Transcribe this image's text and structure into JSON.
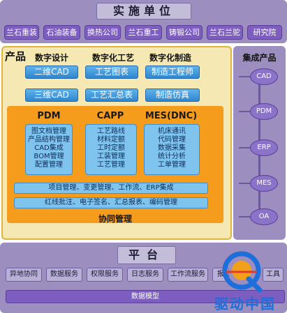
{
  "units": {
    "title": "实施单位",
    "items": [
      "兰石重装",
      "石油装备",
      "换热公司",
      "兰石重工",
      "铸锻公司",
      "兰石兰驼",
      "研究院"
    ]
  },
  "product": {
    "label": "产品",
    "columns": [
      "数字设计",
      "数字化工艺",
      "数字化制造"
    ],
    "row1": [
      "二维CAD",
      "工艺图表",
      "制造工程师"
    ],
    "row2": [
      "三维CAD",
      "工艺汇总表",
      "制造仿真"
    ],
    "systems": [
      {
        "title": "PDM",
        "lines": [
          "图文档管理",
          "产品结构管理",
          "CAD集成",
          "BOM管理",
          "配置管理"
        ]
      },
      {
        "title": "CAPP",
        "lines": [
          "工艺路线",
          "材料定额",
          "工时定额",
          "工装管理",
          "工艺管理"
        ]
      },
      {
        "title": "MES(DNC)",
        "lines": [
          "机床通讯",
          "代码管理",
          "数据采集",
          "统计分析",
          "工单管理"
        ]
      }
    ],
    "bar1": "项目管理、变更管理、工作流、ERP集成",
    "bar2": "红线批注、电子签名、汇总报表、编码管理",
    "collab": "协同管理"
  },
  "integration": {
    "label": "集成产品",
    "items": [
      "CAD",
      "PDM",
      "ERP",
      "MES",
      "OA"
    ]
  },
  "platform": {
    "title": "平台",
    "services": [
      "异地协同",
      "数据服务",
      "权限服务",
      "日志服务",
      "工作流服务",
      "报",
      "工具"
    ],
    "model": "数据模型"
  },
  "watermark": {
    "text": "驱动中国"
  },
  "colors": {
    "purple_band": "#9c8fbf",
    "purple_pill": "#7d5dbf",
    "blue_button": "#2f86cf",
    "orange_panel": "#f59c1c",
    "cream": "#f5e8b3",
    "watermark_blue": "#1e6fd9"
  }
}
